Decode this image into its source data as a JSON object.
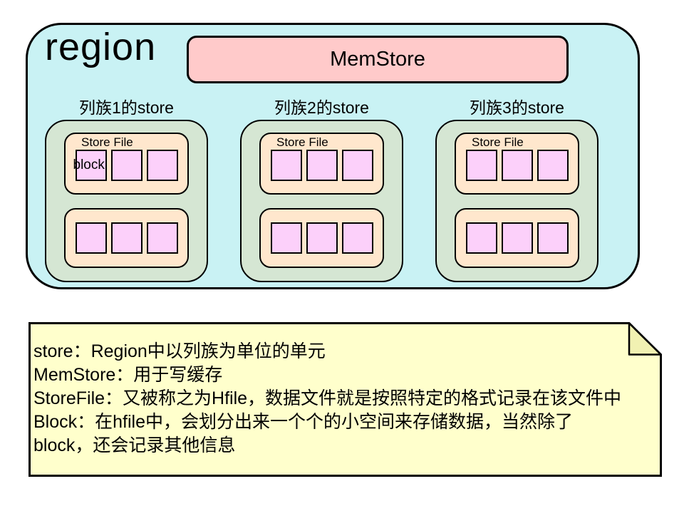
{
  "diagram": {
    "region_label": "region",
    "memstore_label": "MemStore",
    "store_file_label": "Store File",
    "block_label": "block",
    "columns": [
      {
        "label": "列族1的store"
      },
      {
        "label": "列族2的store"
      },
      {
        "label": "列族3的store"
      }
    ]
  },
  "note": {
    "lines": [
      "store：Region中以列族为单位的单元",
      "MemStore：用于写缓存",
      "StoreFile：又被称之为Hfile，数据文件就是按照特定的格式记录在该文件中",
      "Block：在hfile中，会划分出来一个个的小空间来存储数据，当然除了",
      "block，还会记录其他信息"
    ]
  },
  "colors": {
    "region_fill": "#c9f2f4",
    "memstore_fill": "#ffcaca",
    "store_fill": "#d5e6d3",
    "storefile_fill": "#ffe7cd",
    "block_fill": "#fcd0fa",
    "note_fill": "#ffffcc",
    "note_fold_fill": "#f1f1b2",
    "border": "#000000",
    "page_bg": "#ffffff"
  }
}
